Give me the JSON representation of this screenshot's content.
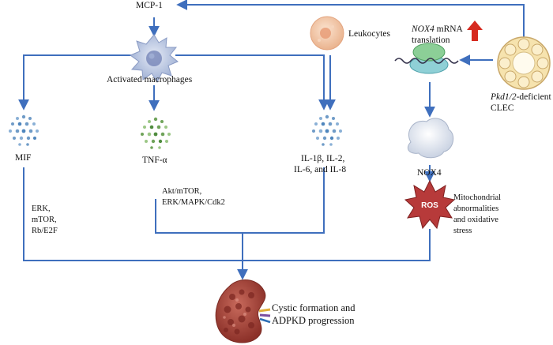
{
  "labels": {
    "mcp1": "MCP-1",
    "activated_macrophages": "Activated macrophages",
    "leukocytes": "Leukocytes",
    "nox4_mrna_italic": "NOX4",
    "nox4_mrna_rest": " mRNA",
    "translation": "translation",
    "pkd_italic": "Pkd1/2",
    "pkd_rest": "-deficient",
    "clec": "CLEC",
    "mif": "MIF",
    "tnf": "TNF-α",
    "interleukins_line1": "IL-1β, IL-2,",
    "interleukins_line2": "IL-6, and IL-8",
    "nox4": "NOX4",
    "ros": "ROS",
    "mito_line1": "Mitochondrial",
    "mito_line2": "abnormalities",
    "mito_line3": "and oxidative",
    "mito_line4": "stress",
    "mif_path_line1": "ERK,",
    "mif_path_line2": "mTOR,",
    "mif_path_line3": "Rb/E2F",
    "tnf_path_line1": "Akt/mTOR,",
    "tnf_path_line2": "ERK/MAPK/Cdk2",
    "outcome_line1": "Cystic formation and",
    "outcome_line2": "ADPKD progression"
  },
  "colors": {
    "arrow": "#3f6fbd",
    "up_arrow": "#d62a1f",
    "ros_fill": "#b73a3a",
    "macrophage": "#a9b8d8",
    "leukocyte": "#f2c8a8",
    "kidney": "#a3413a",
    "cytokine_green": "#6fa35a",
    "cytokine_blue": "#6f9bc7"
  },
  "icons": [
    "macrophage-icon",
    "leukocyte-icon",
    "mrna-ribosome-icon",
    "clec-cell-icon",
    "cytokine-cluster-icon",
    "nox4-protein-icon",
    "ros-burst-icon",
    "kidney-icon",
    "up-arrow-icon"
  ]
}
